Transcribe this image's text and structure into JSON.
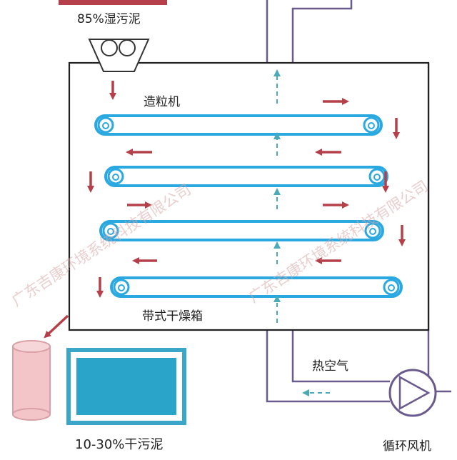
{
  "labels": {
    "wet_sludge": "85%湿污泥",
    "granulator": "造粒机",
    "dryer_box": "带式干燥箱",
    "hot_air": "热空气",
    "dry_sludge": "10-30%干污泥",
    "circulation_fan": "循环风机"
  },
  "watermark": "广东吉康环境系统科技有限公司",
  "colors": {
    "belt": "#2aa8e0",
    "belt_fill": "#ffffff",
    "arrow_red": "#b5404a",
    "airflow": "#4aaab8",
    "pipe": "#6a5a8e",
    "chamber_border": "#222222",
    "product_box_border": "#3aa7c8",
    "product_box_fill": "#2aa4c8",
    "silo_fill": "#f3c4c8",
    "silo_border": "#d9a0a6"
  }
}
